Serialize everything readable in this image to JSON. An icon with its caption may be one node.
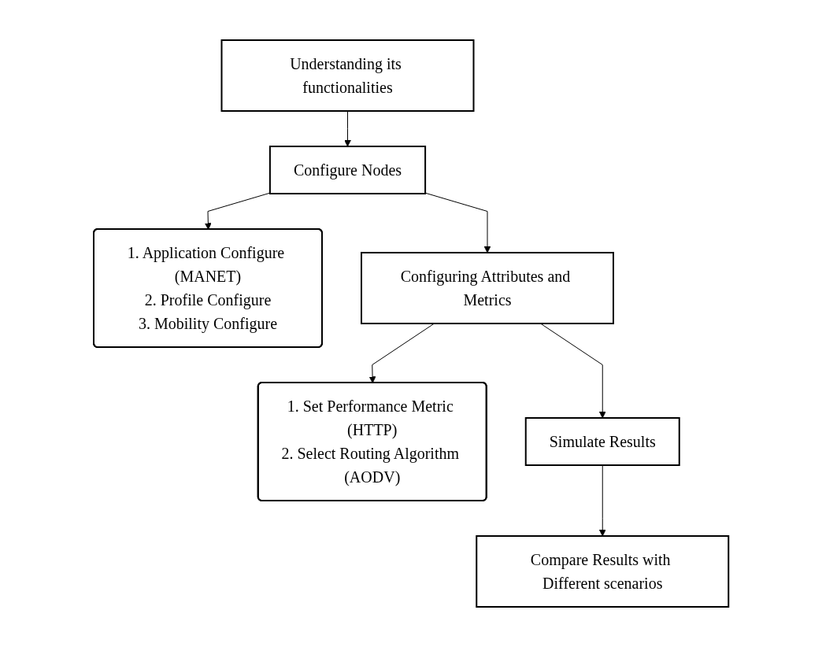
{
  "diagram": {
    "nodes": [
      {
        "text": [
          "Understanding its functionalities"
        ]
      },
      {
        "text": [
          "Configure Nodes"
        ]
      },
      {
        "text": [
          "1. Application Configure (MANET)",
          "2. Profile Configure",
          "3. Mobility Configure"
        ]
      },
      {
        "text": [
          "Configuring Attributes and Metrics"
        ]
      },
      {
        "text": [
          "1. Set Performance Metric (HTTP)",
          "2. Select Routing Algorithm (AODV)"
        ]
      },
      {
        "text": [
          "Simulate Results"
        ]
      },
      {
        "text": [
          "Compare Results with Different scenarios"
        ]
      }
    ],
    "edges": [
      {
        "from": 0,
        "to": 1,
        "arrow": "to"
      },
      {
        "from": 1,
        "to": 2,
        "arrow": "to"
      },
      {
        "from": 1,
        "to": 3,
        "arrow": "to"
      },
      {
        "from": 3,
        "to": 4,
        "arrow": "to"
      },
      {
        "from": 3,
        "to": 5,
        "arrow": "to"
      },
      {
        "from": 5,
        "to": 6,
        "arrow": "to"
      }
    ]
  }
}
